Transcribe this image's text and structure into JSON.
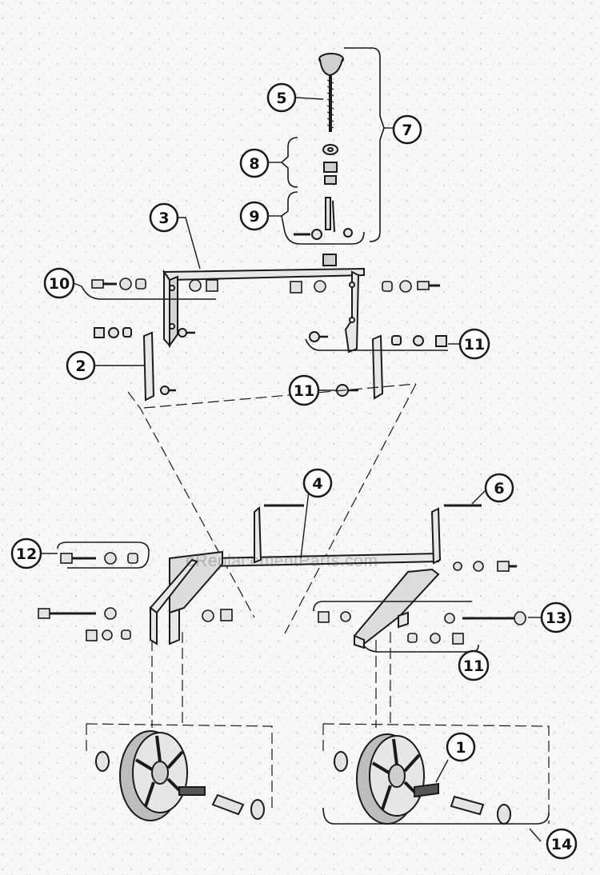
{
  "watermark": "eReplacementParts.com",
  "callouts": [
    {
      "label": "1"
    },
    {
      "label": "2"
    },
    {
      "label": "3"
    },
    {
      "label": "4"
    },
    {
      "label": "5"
    },
    {
      "label": "6"
    },
    {
      "label": "7"
    },
    {
      "label": "8"
    },
    {
      "label": "9"
    },
    {
      "label": "10"
    },
    {
      "label": "11"
    },
    {
      "label": "11"
    },
    {
      "label": "11"
    },
    {
      "label": "12"
    },
    {
      "label": "13"
    },
    {
      "label": "14"
    }
  ],
  "colors": {
    "ink": "#1a1a1a",
    "paper": "#f7f7f5",
    "part_fill": "#d9d9d9",
    "tire_fill": "#bdbdbd"
  }
}
